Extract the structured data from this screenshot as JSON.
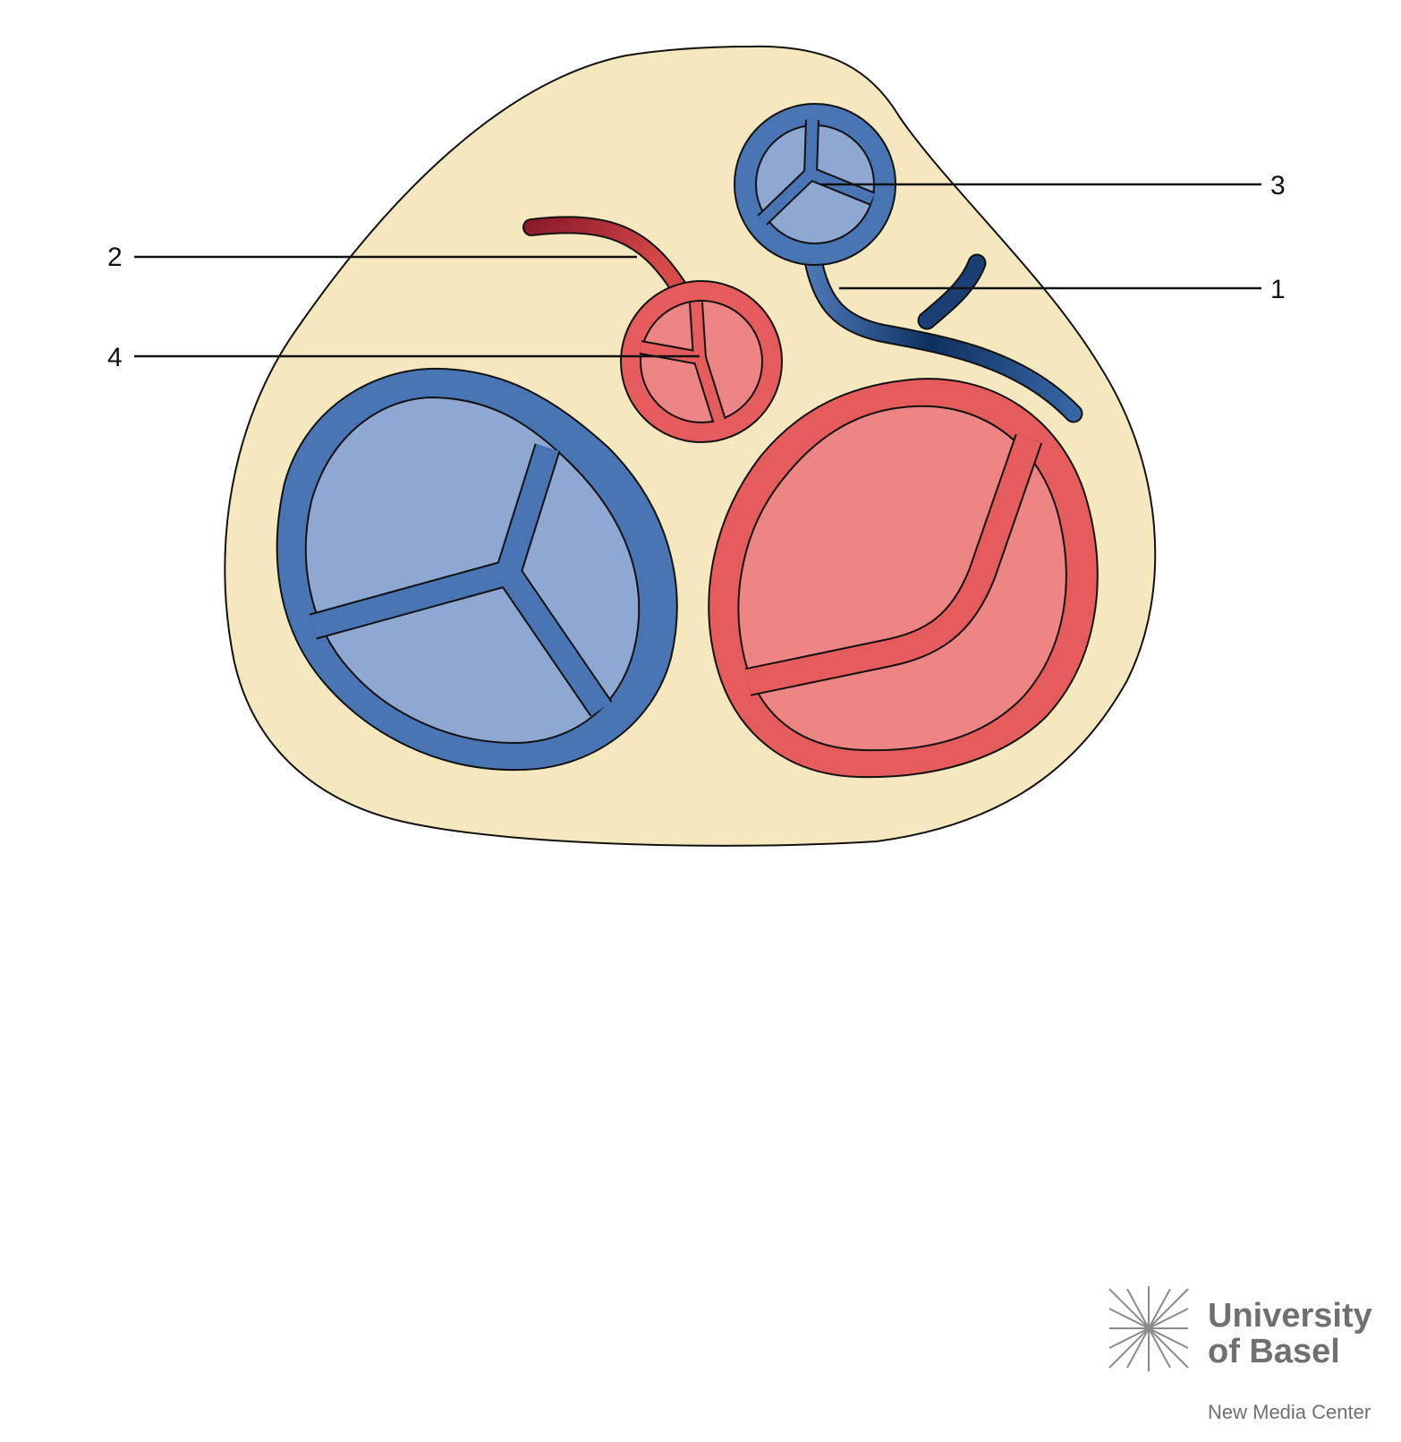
{
  "labels": {
    "l1": "1",
    "l2": "2",
    "l3": "3",
    "l4": "4"
  },
  "logo": {
    "line1": "University",
    "line2": "of Basel",
    "subtitle": "New Media Center"
  },
  "colors": {
    "background_tissue": "#f5e8bf",
    "vein_blue": "#4a75b5",
    "vein_blue_light": "#8ea8d1",
    "vein_blue_dark": "#0e305e",
    "artery_red": "#e65c5c",
    "artery_red_light": "#ee8585",
    "artery_red_dark": "#8c1a2a",
    "outline": "#111111",
    "logo_gray": "#707070"
  }
}
